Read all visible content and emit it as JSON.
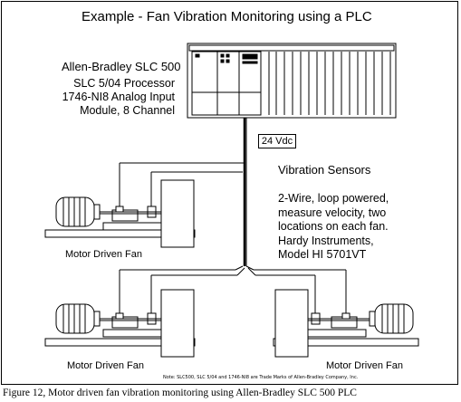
{
  "title": "Example - Fan Vibration Monitoring using a PLC",
  "plc": {
    "name": "Allen-Bradley SLC 500",
    "processor": [
      "SLC 5/04 Processor",
      "1746-NI8 Analog Input",
      "Module, 8 Channel"
    ]
  },
  "power_label": "24 Vdc",
  "sensors": {
    "heading": "Vibration Sensors",
    "description": [
      "2-Wire, loop powered,",
      "measure velocity, two",
      "locations on each fan.",
      "Hardy Instruments,",
      "Model HI 5701VT"
    ]
  },
  "fans": [
    {
      "label": "Motor Driven Fan"
    },
    {
      "label": "Motor Driven Fan"
    },
    {
      "label": "Motor Driven Fan"
    }
  ],
  "note": "Note: SLC500, SLC 5/04 and 1746-NI8 are Trade Marks of Allen-Bradley Company, Inc.",
  "caption": "Figure 12, Motor driven fan vibration monitoring using Allen-Bradley SLC 500 PLC"
}
